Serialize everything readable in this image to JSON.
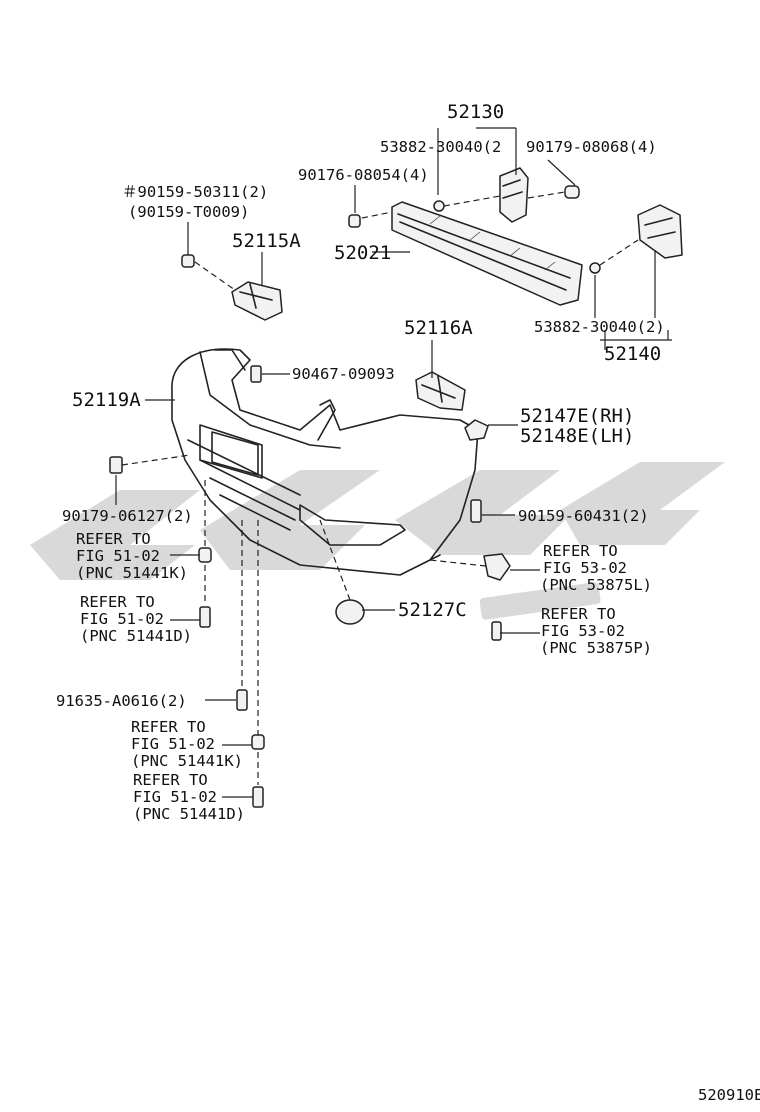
{
  "diagram_id": "520910E",
  "watermark": "watermark-logo",
  "labels": {
    "p52130": "52130",
    "p53882_top": "53882-30040(2",
    "p90179_08068": "90179-08068(4)",
    "p90176": "90176-08054(4)",
    "p90159_50311": "＃90159-50311(2)",
    "p90159_T0009": "(90159-T0009)",
    "p52115A": "52115A",
    "p52021": "52021",
    "p52116A": "52116A",
    "p53882_bot": "53882-30040(2)",
    "p52140": "52140",
    "p90467": "90467-09093",
    "p52119A": "52119A",
    "p52147E": "52147E(RH)",
    "p52148E": "52148E(LH)",
    "p90179_06127": "90179-06127(2)",
    "p90159_60431": "90159-60431(2)",
    "p52127C": "52127C",
    "p91635": "91635-A0616(2)"
  },
  "refs": [
    {
      "l1": "REFER TO",
      "l2": "FIG 51-02",
      "l3": "(PNC 51441K)"
    },
    {
      "l1": "REFER TO",
      "l2": "FIG 51-02",
      "l3": "(PNC 51441D)"
    },
    {
      "l1": "REFER TO",
      "l2": "FIG 53-02",
      "l3": "(PNC 53875L)"
    },
    {
      "l1": "REFER TO",
      "l2": "FIG 53-02",
      "l3": "(PNC 53875P)"
    },
    {
      "l1": "REFER TO",
      "l2": "FIG 51-02",
      "l3": "(PNC 51441K)"
    },
    {
      "l1": "REFER TO",
      "l2": "FIG 51-02",
      "l3": "(PNC 51441D)"
    }
  ]
}
